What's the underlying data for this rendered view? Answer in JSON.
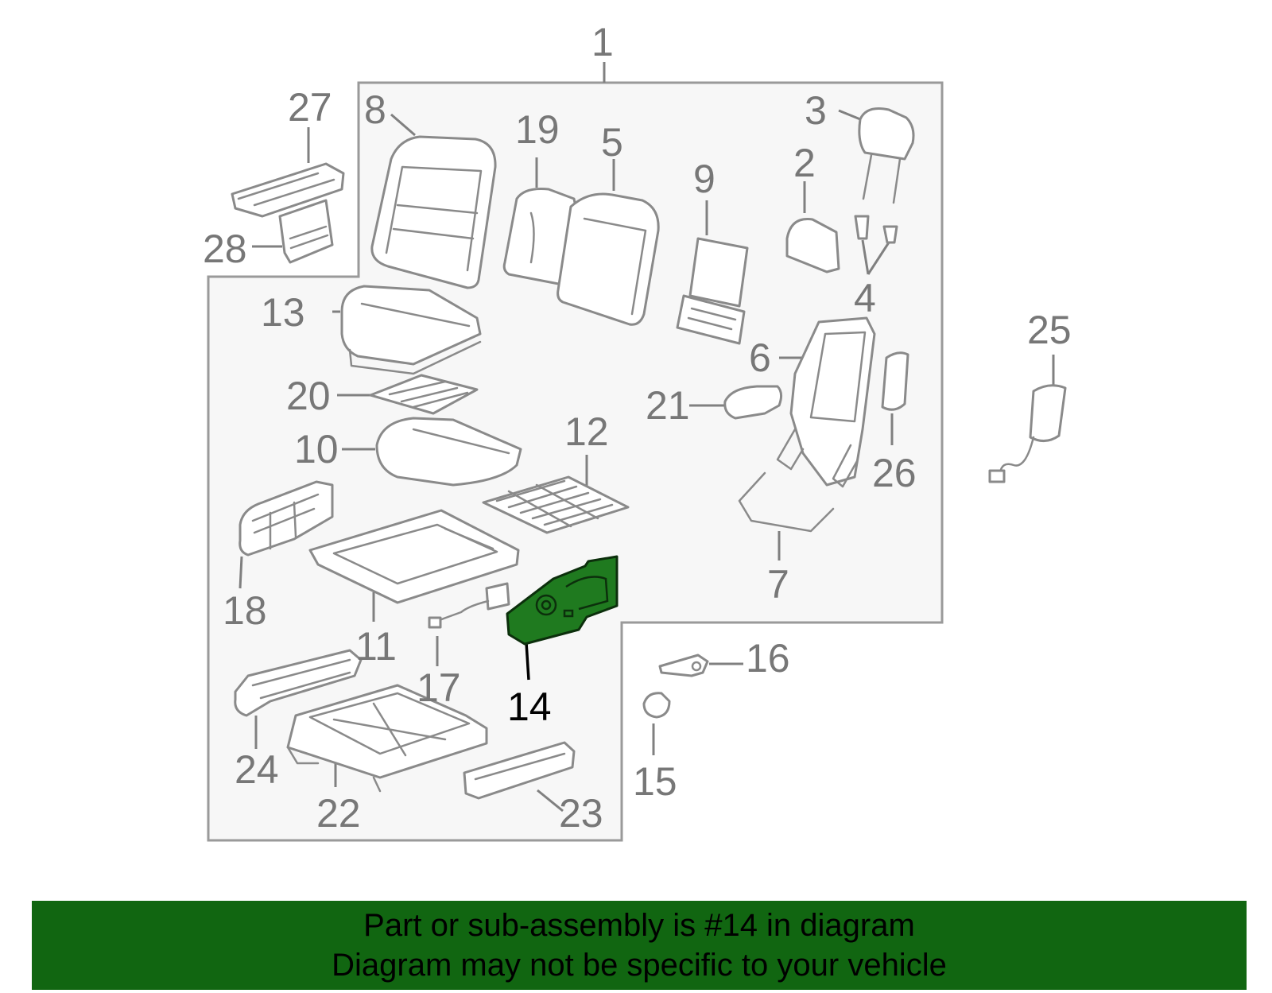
{
  "diagram": {
    "labels": [
      "1",
      "2",
      "3",
      "4",
      "5",
      "6",
      "7",
      "8",
      "9",
      "10",
      "11",
      "12",
      "13",
      "14",
      "15",
      "16",
      "17",
      "18",
      "19",
      "20",
      "21",
      "22",
      "23",
      "24",
      "25",
      "26",
      "27",
      "28"
    ],
    "highlight_label": "14",
    "highlight_color": "#1f7a1f"
  },
  "banner": {
    "line1": "Part or sub-assembly is #14 in diagram",
    "line2": "Diagram may not be specific to your vehicle",
    "background": "#116611"
  }
}
